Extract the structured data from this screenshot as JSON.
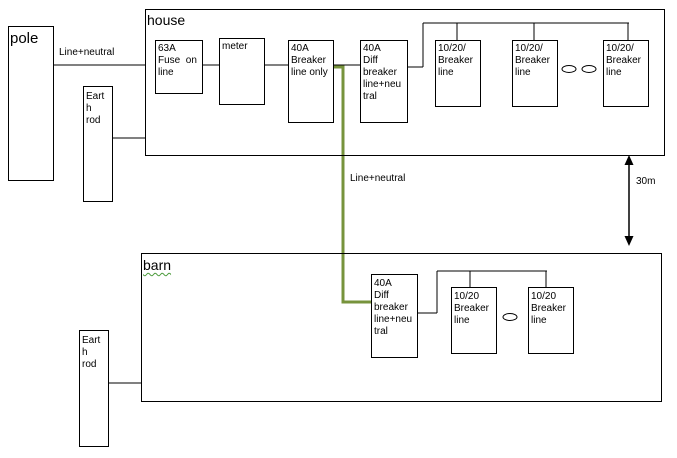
{
  "labels": {
    "pole": "pole",
    "house": "house",
    "barn": "barn",
    "earth_rod_house": "Eart\nh\nrod",
    "earth_rod_barn": "Eart\nh\nrod",
    "line_neutral_pole": "Line+neutral",
    "line_neutral_feed": "Line+neutral",
    "distance": "30m"
  },
  "house_components": {
    "fuse": "63A\nFuse  on\nline",
    "meter": "meter",
    "breaker_main": "40A\nBreaker\nline only",
    "diff_breaker": "40A\nDiff\nbreaker\nline+neu\ntral",
    "breaker_1": "10/20/\nBreaker\nline",
    "breaker_2": "10/20/\nBreaker\nline",
    "breaker_3": "10/20/\nBreaker\nline"
  },
  "barn_components": {
    "diff_breaker": "40A\nDiff\nbreaker\nline+neu\ntral",
    "breaker_1": "10/20\nBreaker\nline",
    "breaker_2": "10/20\nBreaker\nline"
  },
  "colors": {
    "cable": "#77933c",
    "line": "#000000"
  }
}
